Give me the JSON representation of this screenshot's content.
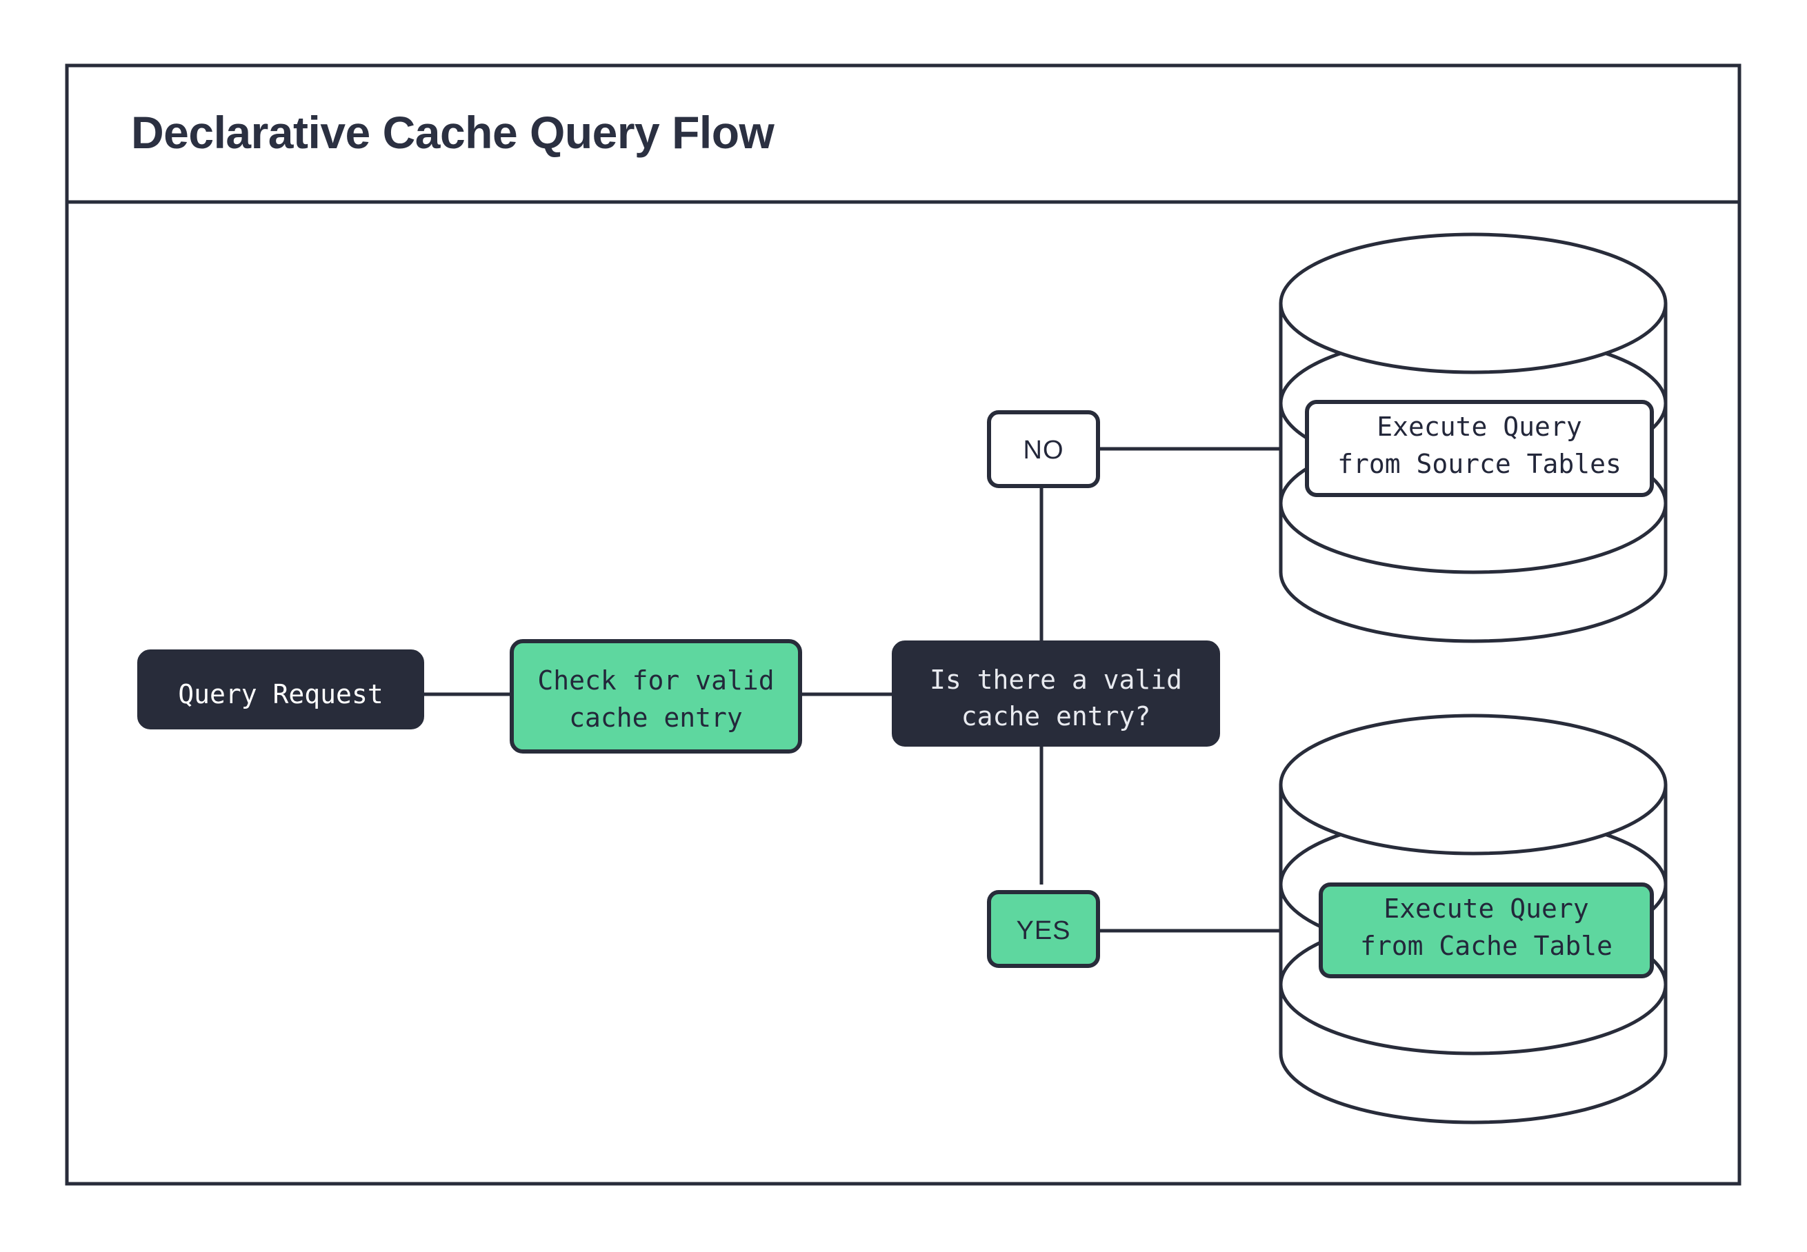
{
  "page": {
    "title": "Declarative Cache Query Flow",
    "background": "#ffffff",
    "frame_color": "#282c3a"
  },
  "theme": {
    "dark": "#282c3a",
    "green": "#5ed79f",
    "white": "#ffffff",
    "text_light": "#e8eaef",
    "text_dark": "#23273a",
    "stroke": "#282c3a"
  },
  "diagram": {
    "nodes": {
      "query_request": {
        "label": "Query Request",
        "style": "dark",
        "shape": "rounded-rect"
      },
      "check_cache": {
        "label_line1": "Check for valid",
        "label_line2": "cache entry",
        "style": "green",
        "shape": "rounded-rect"
      },
      "decision": {
        "label_line1": "Is there a valid",
        "label_line2": "cache entry?",
        "style": "dark",
        "shape": "rounded-rect"
      },
      "branch_no": {
        "label": "NO",
        "style": "white",
        "shape": "rounded-rect"
      },
      "branch_yes": {
        "label": "YES",
        "style": "green",
        "shape": "rounded-rect"
      },
      "source_db": {
        "label_line1": "Execute Query",
        "label_line2": "from Source Tables",
        "style": "white",
        "shape": "database-cylinder",
        "discs": 3
      },
      "cache_db": {
        "label_line1": "Execute Query",
        "label_line2": "from Cache Table",
        "style": "green",
        "shape": "database-cylinder",
        "discs": 3
      }
    },
    "edges": [
      {
        "from": "query_request",
        "to": "check_cache",
        "label": ""
      },
      {
        "from": "check_cache",
        "to": "decision",
        "label": ""
      },
      {
        "from": "decision",
        "to": "branch_no",
        "label": "NO"
      },
      {
        "from": "branch_no",
        "to": "source_db",
        "label": ""
      },
      {
        "from": "decision",
        "to": "branch_yes",
        "label": "YES"
      },
      {
        "from": "branch_yes",
        "to": "cache_db",
        "label": ""
      }
    ]
  }
}
